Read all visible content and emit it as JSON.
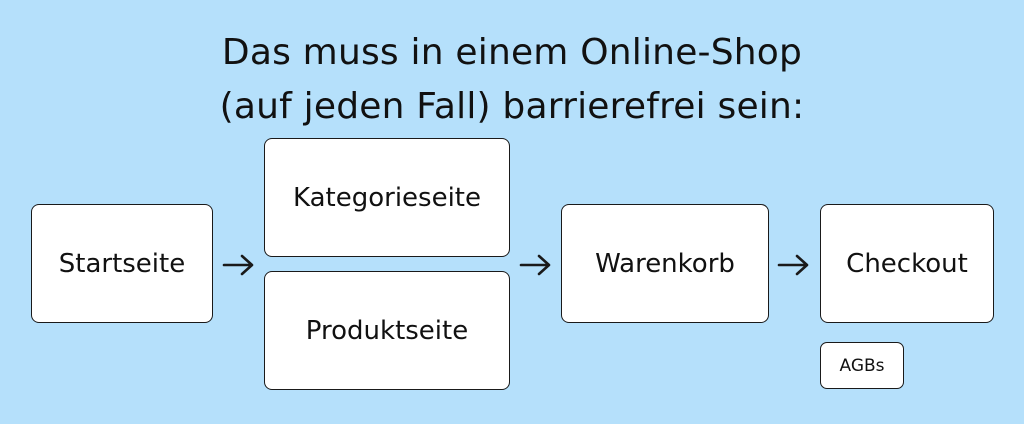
{
  "title": {
    "line1": "Das muss in einem Online-Shop",
    "line2": "(auf jeden Fall) barrierefrei sein:"
  },
  "nodes": {
    "start": "Startseite",
    "kategorie": "Kategorieseite",
    "produkt": "Produktseite",
    "warenkorb": "Warenkorb",
    "checkout": "Checkout",
    "agbs": "AGBs"
  },
  "colors": {
    "background": "#b5e0fb",
    "box_fill": "#ffffff",
    "stroke": "#1a1a1a"
  },
  "icons": [
    "arrow-right-icon"
  ]
}
